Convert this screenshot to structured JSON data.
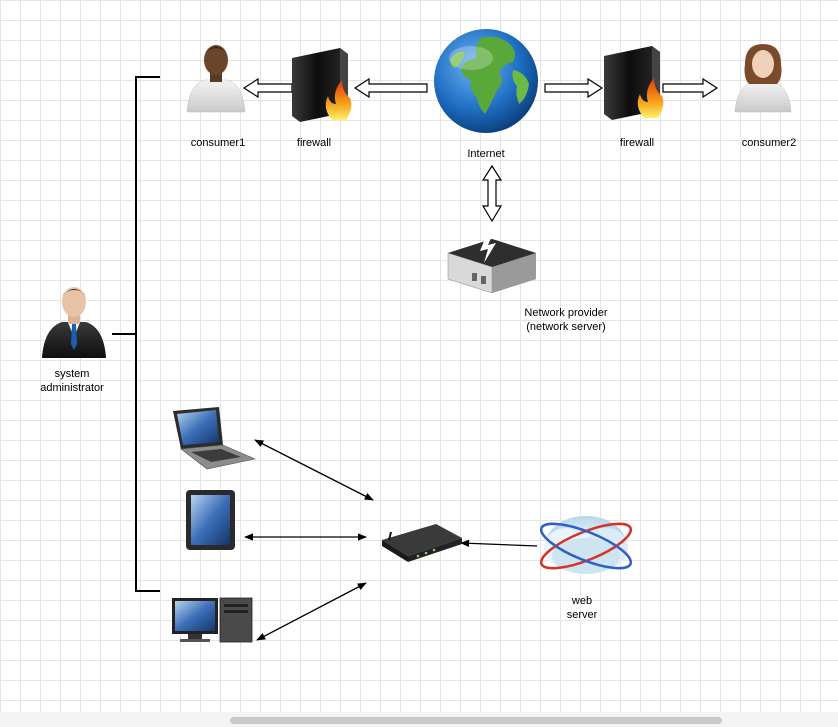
{
  "diagram": {
    "nodes": {
      "consumer1": {
        "label": "consumer1",
        "icon": "person-dark-icon"
      },
      "firewall_left": {
        "label": "firewall",
        "icon": "firewall-icon"
      },
      "internet": {
        "label": "Internet",
        "icon": "globe-icon"
      },
      "firewall_right": {
        "label": "firewall",
        "icon": "firewall-icon"
      },
      "consumer2": {
        "label": "consumer2",
        "icon": "person-female-icon"
      },
      "network_provider": {
        "label_line1": "Network provider",
        "label_line2": "(network server)",
        "icon": "network-server-icon"
      },
      "sysadmin": {
        "label_line1": "system",
        "label_line2": "administrator",
        "icon": "businessman-icon"
      },
      "laptop": {
        "icon": "laptop-icon"
      },
      "tablet": {
        "icon": "tablet-icon"
      },
      "desktop": {
        "icon": "desktop-computer-icon"
      },
      "router": {
        "icon": "router-icon"
      },
      "web_server": {
        "label_line1": "web",
        "label_line2": "server",
        "icon": "cloud-server-icon"
      }
    },
    "edges": [
      {
        "from": "firewall_left",
        "to": "consumer1",
        "style": "hollow-arrow"
      },
      {
        "from": "internet",
        "to": "firewall_left",
        "style": "hollow-arrow"
      },
      {
        "from": "internet",
        "to": "firewall_right",
        "style": "hollow-arrow"
      },
      {
        "from": "firewall_right",
        "to": "consumer2",
        "style": "hollow-arrow"
      },
      {
        "from": "internet",
        "to": "network_provider",
        "style": "hollow-double-arrow"
      },
      {
        "from": "laptop",
        "to": "router",
        "style": "double-arrow"
      },
      {
        "from": "tablet",
        "to": "router",
        "style": "double-arrow"
      },
      {
        "from": "desktop",
        "to": "router",
        "style": "double-arrow"
      },
      {
        "from": "web_server",
        "to": "router",
        "style": "arrow"
      },
      {
        "from": "sysadmin",
        "to": [
          "consumer1",
          "laptop",
          "tablet",
          "desktop"
        ],
        "style": "bracket"
      }
    ]
  },
  "colors": {
    "grid": "#e4e4e4",
    "globe_ocean": "#1f6fc4",
    "globe_land": "#5aa83a",
    "firewall": "#1c1c1c",
    "flame": "#f07b16"
  }
}
